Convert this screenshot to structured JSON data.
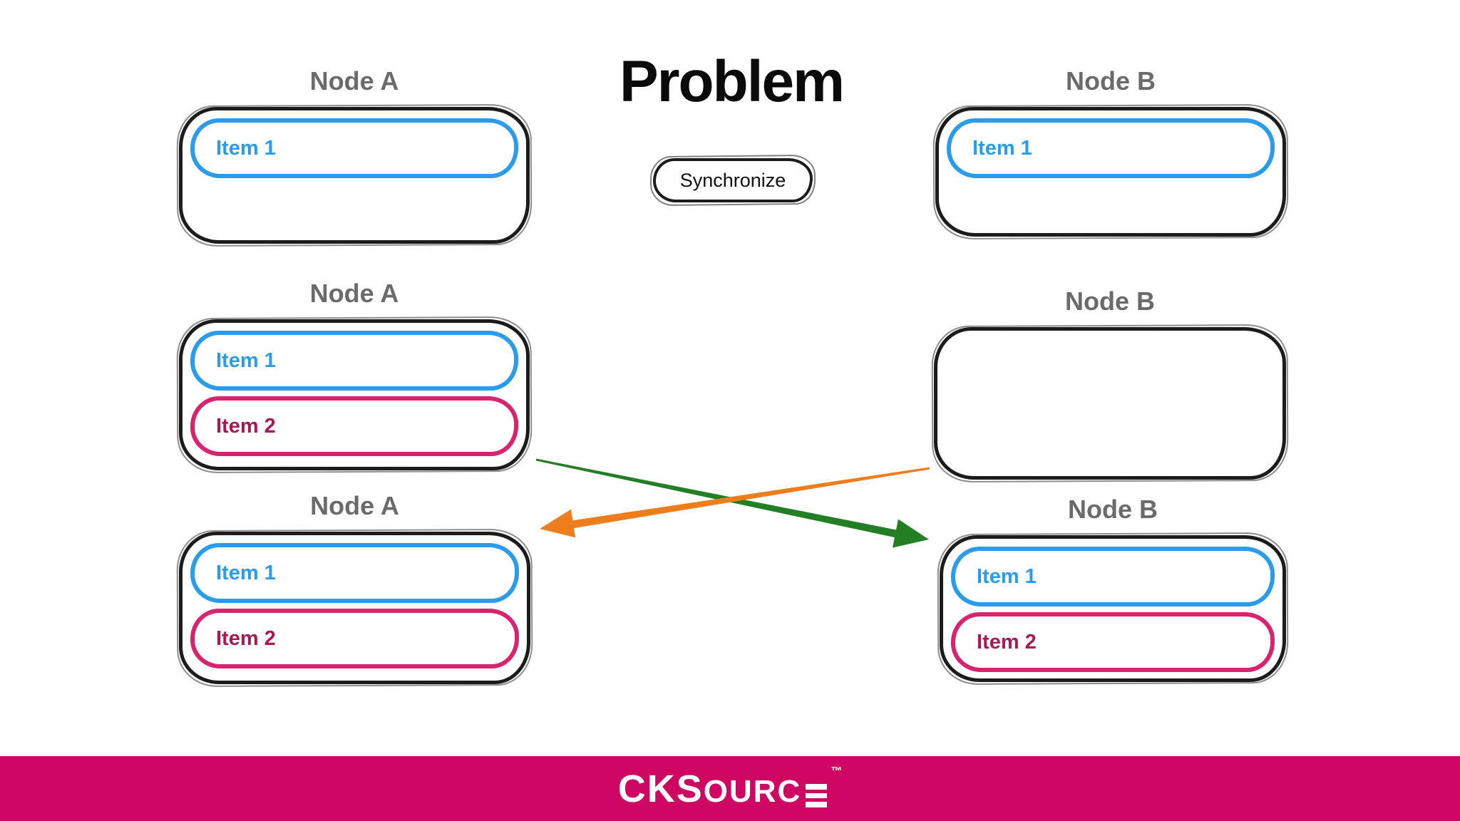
{
  "slide": {
    "title": "Problem"
  },
  "sync_button": {
    "label": "Synchronize"
  },
  "panels": [
    {
      "node_label": "Node A",
      "items": [
        {
          "label": "Item 1",
          "color": "blue"
        }
      ]
    },
    {
      "node_label": "Node B",
      "items": [
        {
          "label": "Item 1",
          "color": "blue"
        }
      ]
    },
    {
      "node_label": "Node A",
      "items": [
        {
          "label": "Item 1",
          "color": "blue"
        },
        {
          "label": "Item 2",
          "color": "pink"
        }
      ]
    },
    {
      "node_label": "Node B",
      "items": []
    },
    {
      "node_label": "Node A",
      "items": [
        {
          "label": "Item 1",
          "color": "blue"
        },
        {
          "label": "Item 2",
          "color": "pink"
        }
      ]
    },
    {
      "node_label": "Node B",
      "items": [
        {
          "label": "Item 1",
          "color": "blue"
        },
        {
          "label": "Item 2",
          "color": "pink"
        }
      ]
    }
  ],
  "arrows": [
    {
      "name": "green-sync-arrow",
      "from": "Node A (middle)",
      "to": "Node B (bottom)",
      "direction": "left-to-right"
    },
    {
      "name": "orange-sync-arrow",
      "from": "Node B (middle)",
      "to": "Node A (bottom)",
      "direction": "right-to-left"
    }
  ],
  "footer": {
    "logo_part1": "CKS",
    "logo_part2": "OURC",
    "logo_e": "triple-bar-e",
    "trademark": "™"
  },
  "colors": {
    "background": "#FFFFFF",
    "ink": "#1C1C1C",
    "title_black": "#0A0A0A",
    "label_gray": "#6B6B6B",
    "blue": "#2B9CEC",
    "pink_border": "#D8246F",
    "pink_text": "#AA1A52",
    "green_arrow": "#237F23",
    "orange_arrow": "#EE7E1D",
    "bar_magenta": "#CE0762"
  }
}
